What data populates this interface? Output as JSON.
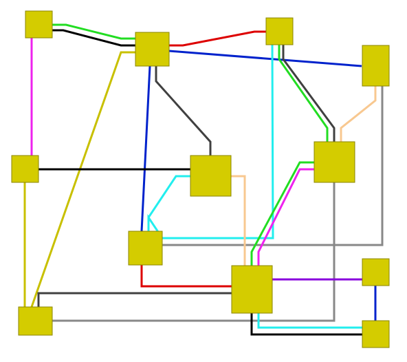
{
  "diagram": {
    "node_fill": "#d4cc00",
    "node_stroke": "#8a8400",
    "nodes": [
      {
        "id": "n1",
        "name": "node-top-left"
      },
      {
        "id": "n2",
        "name": "node-top-center"
      },
      {
        "id": "n3",
        "name": "node-top-right-small"
      },
      {
        "id": "n4",
        "name": "node-right-tall"
      },
      {
        "id": "n5",
        "name": "node-left-middle"
      },
      {
        "id": "n6",
        "name": "node-center-middle"
      },
      {
        "id": "n7",
        "name": "node-right-middle"
      },
      {
        "id": "n8",
        "name": "node-center-lower"
      },
      {
        "id": "n9",
        "name": "node-bottom-center-large"
      },
      {
        "id": "n10",
        "name": "node-bottom-right-upper"
      },
      {
        "id": "n11",
        "name": "node-bottom-left"
      },
      {
        "id": "n12",
        "name": "node-bottom-right-lower"
      }
    ],
    "edges": [
      {
        "name": "edge-green-n1-n2",
        "color": "#22dd22"
      },
      {
        "name": "edge-black-n1-n2",
        "color": "#000000"
      },
      {
        "name": "edge-magenta-n1-n5",
        "color": "#ee22ee"
      },
      {
        "name": "edge-red-n2-n3",
        "color": "#dd0000"
      },
      {
        "name": "edge-blue-n2-n4",
        "color": "#0022cc"
      },
      {
        "name": "edge-blue-n2-n8",
        "color": "#0022cc"
      },
      {
        "name": "edge-darkgray-n2-n6",
        "color": "#404040"
      },
      {
        "name": "edge-olive-n2-n11",
        "color": "#c8c000"
      },
      {
        "name": "edge-cyan-n3-n8",
        "color": "#22eeee"
      },
      {
        "name": "edge-green-n3-n7",
        "color": "#22dd22"
      },
      {
        "name": "edge-darkgray-n3-n7",
        "color": "#404040"
      },
      {
        "name": "edge-peach-n4-n7",
        "color": "#f8c890"
      },
      {
        "name": "edge-gray-n4-n8",
        "color": "#888888"
      },
      {
        "name": "edge-black-n5-n6",
        "color": "#000000"
      },
      {
        "name": "edge-olive-n5-n11",
        "color": "#c8c000"
      },
      {
        "name": "edge-cyan-n6-n8",
        "color": "#22eeee"
      },
      {
        "name": "edge-peach-n6-n9",
        "color": "#f8c890"
      },
      {
        "name": "edge-green-n7-n9",
        "color": "#22dd22"
      },
      {
        "name": "edge-magenta-n7-n9",
        "color": "#ee22ee"
      },
      {
        "name": "edge-gray-n7-n11",
        "color": "#888888"
      },
      {
        "name": "edge-red-n8-n9",
        "color": "#dd0000"
      },
      {
        "name": "edge-purple-n9-n10",
        "color": "#8800dd"
      },
      {
        "name": "edge-darkgray-n9-n11",
        "color": "#404040"
      },
      {
        "name": "edge-cyan-n9-n12",
        "color": "#22eeee"
      },
      {
        "name": "edge-black-n9-n12",
        "color": "#000000"
      },
      {
        "name": "edge-blue-n10-n12",
        "color": "#0022cc"
      }
    ]
  }
}
